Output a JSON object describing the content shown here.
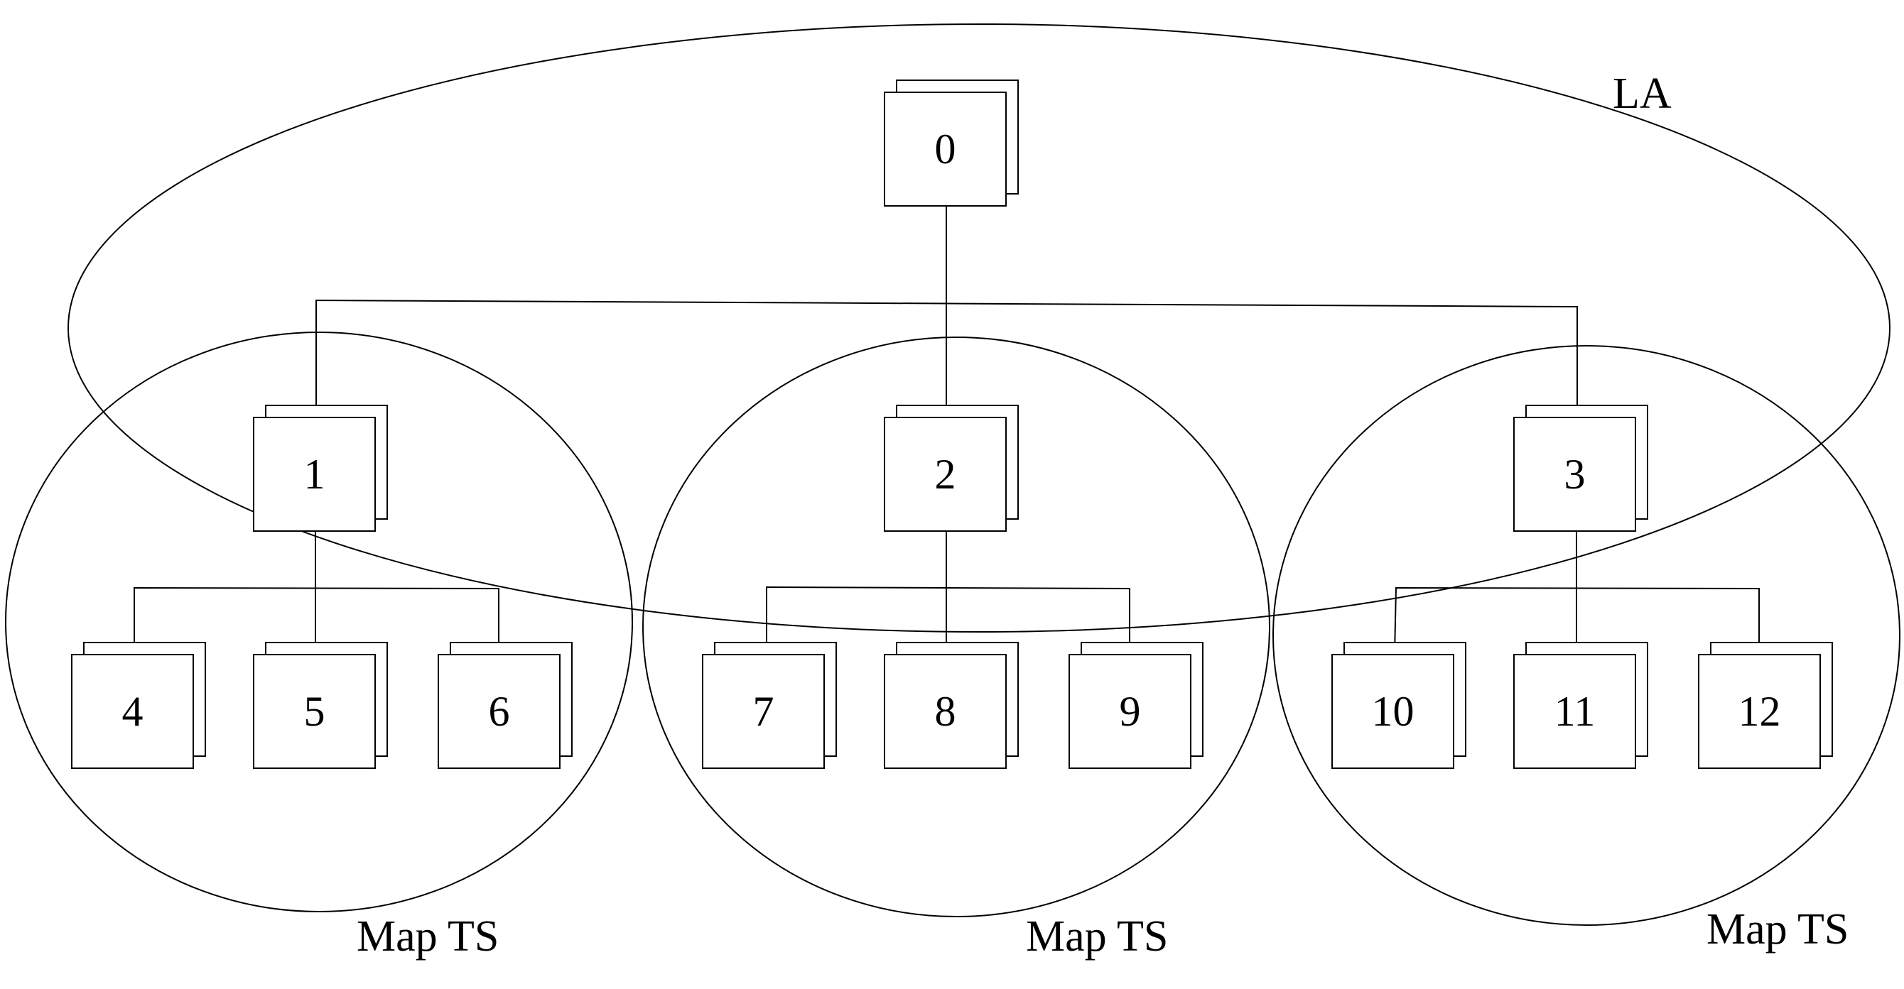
{
  "diagram": {
    "regions": [
      {
        "id": "la",
        "label": "LA"
      },
      {
        "id": "ts1",
        "label": "Map TS"
      },
      {
        "id": "ts2",
        "label": "Map TS"
      },
      {
        "id": "ts3",
        "label": "Map TS"
      }
    ],
    "nodes": [
      {
        "id": "n0",
        "label": "0"
      },
      {
        "id": "n1",
        "label": "1"
      },
      {
        "id": "n2",
        "label": "2"
      },
      {
        "id": "n3",
        "label": "3"
      },
      {
        "id": "n4",
        "label": "4"
      },
      {
        "id": "n5",
        "label": "5"
      },
      {
        "id": "n6",
        "label": "6"
      },
      {
        "id": "n7",
        "label": "7"
      },
      {
        "id": "n8",
        "label": "8"
      },
      {
        "id": "n9",
        "label": "9"
      },
      {
        "id": "n10",
        "label": "10"
      },
      {
        "id": "n11",
        "label": "11"
      },
      {
        "id": "n12",
        "label": "12"
      }
    ],
    "edges": [
      [
        "n0",
        "n1"
      ],
      [
        "n0",
        "n2"
      ],
      [
        "n0",
        "n3"
      ],
      [
        "n1",
        "n4"
      ],
      [
        "n1",
        "n5"
      ],
      [
        "n1",
        "n6"
      ],
      [
        "n2",
        "n7"
      ],
      [
        "n2",
        "n8"
      ],
      [
        "n2",
        "n9"
      ],
      [
        "n3",
        "n10"
      ],
      [
        "n3",
        "n11"
      ],
      [
        "n3",
        "n12"
      ]
    ]
  }
}
